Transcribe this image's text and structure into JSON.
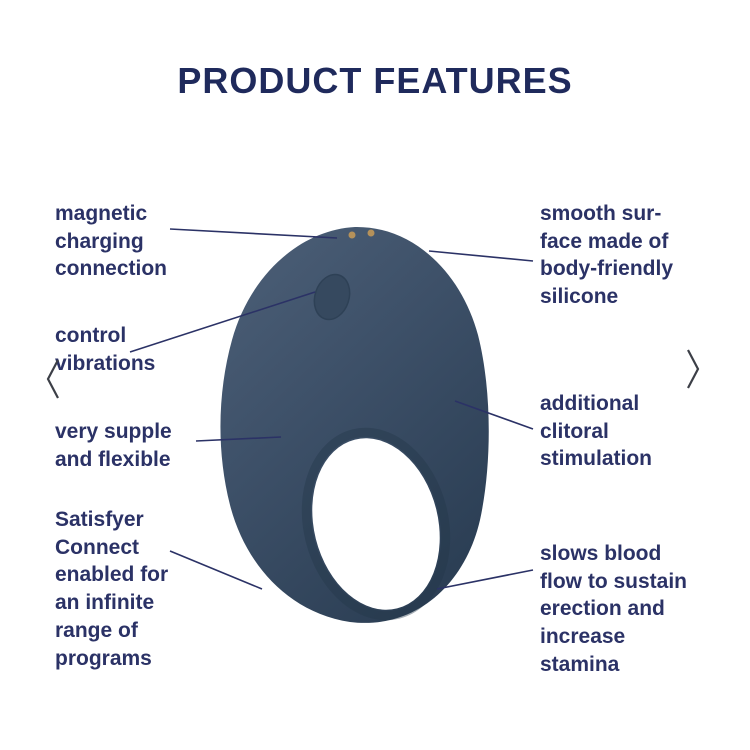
{
  "page": {
    "title": "PRODUCT FEATURES"
  },
  "carousel": {
    "prev_icon": "chevron-left",
    "next_icon": "chevron-right"
  },
  "product": {
    "name": "ring-shaped vibrator illustration",
    "charging_contacts": 2
  },
  "features": {
    "left": [
      {
        "label": "magnetic\ncharging\nconnection"
      },
      {
        "label": "control\nvibrations"
      },
      {
        "label": "very supple\nand flexible"
      },
      {
        "label": "Satisfyer\nConnect\nenabled for\nan infinite\nrange of\nprograms"
      }
    ],
    "right": [
      {
        "label": "smooth sur-\nface made of\nbody-friendly\nsilicone"
      },
      {
        "label": "additional\nclitoral\nstimulation"
      },
      {
        "label": "slows blood\nflow to sustain\nerection and\nincrease\nstamina"
      }
    ]
  },
  "colors": {
    "title_text": "#1f2a5c",
    "label_text": "#2b3266",
    "callout_line": "#2b3266",
    "device_light": "#4d6078",
    "device_mid": "#3e5169",
    "device_dark": "#2c3f55",
    "contact_gold": "#b5915a",
    "arrow": "#3c3f47",
    "background": "#ffffff"
  }
}
